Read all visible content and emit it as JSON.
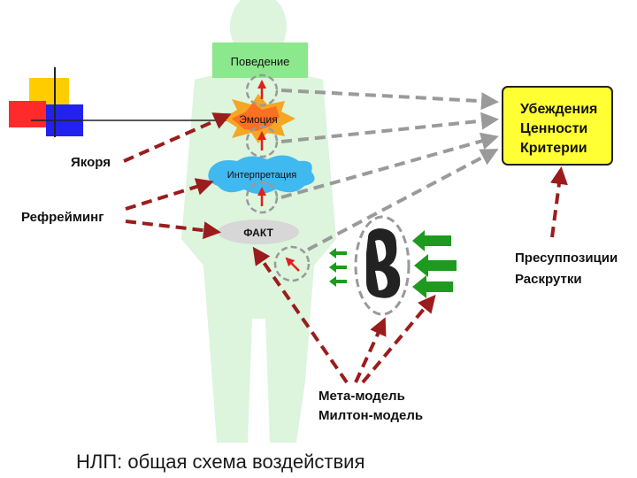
{
  "diagram": {
    "states": {
      "behavior": "Поведение",
      "emotion": "Эмоция",
      "interpretation": "Интерпретация",
      "fact": "ФАКТ"
    },
    "beliefs_box": {
      "line1": "Убеждения",
      "line2": "Ценности",
      "line3": "Критерии"
    },
    "techniques": {
      "anchors": "Якоря",
      "reframing": "Рефрейминг",
      "presuppositions_line1": "Пресуппозиции",
      "presuppositions_line2": "Раскрутки",
      "metamodel_line1": "Мета-модель",
      "metamodel_line2": "Милтон-модель"
    },
    "colors": {
      "silhouette": "#dcf5dc",
      "behavior_box": "#8ce88c",
      "beliefs_box": "#ffff33",
      "arrow_red": "#9b1c1c",
      "arrow_gray": "#9a9a9a",
      "arrow_green": "#1e9a1e",
      "emotion_star": "#f5a623",
      "interpretation_splash": "#40b8f0"
    }
  },
  "caption": "НЛП: общая схема воздействия"
}
